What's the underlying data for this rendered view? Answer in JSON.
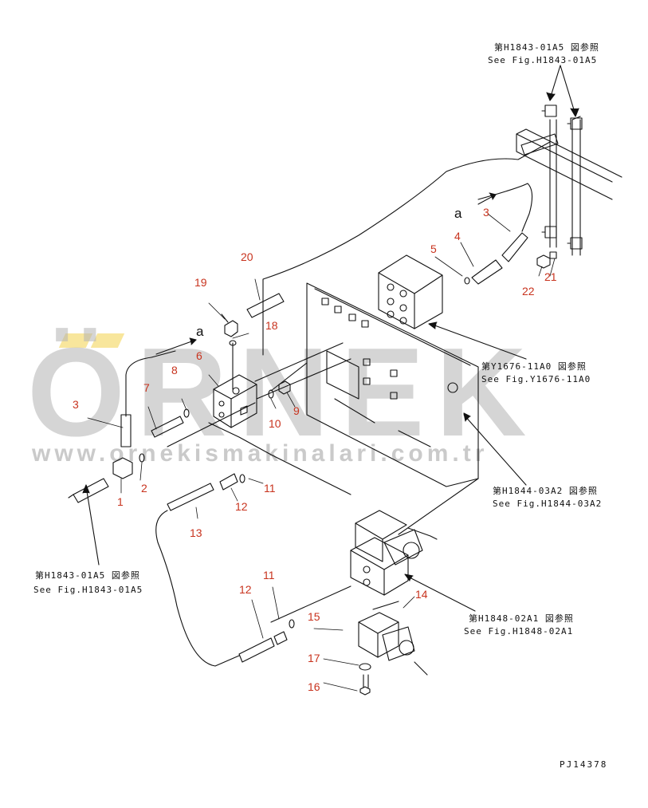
{
  "references": {
    "top_right_jp": "第H1843-01A5 図参照",
    "top_right_en": "See Fig.H1843-01A5",
    "right_upper_jp": "第Y1676-11A0 図参照",
    "right_upper_en": "See Fig.Y1676-11A0",
    "right_mid_jp": "第H1844-03A2 図参照",
    "right_mid_en": "See Fig.H1844-03A2",
    "left_jp": "第H1843-01A5 図参照",
    "left_en": "See Fig.H1843-01A5",
    "right_lower_jp": "第H1848-02A1 図参照",
    "right_lower_en": "See Fig.H1848-02A1"
  },
  "section_marks": {
    "upper": "a",
    "left": "a"
  },
  "part_numbers": {
    "p1": "1",
    "p2": "2",
    "p3_left": "3",
    "p3_upper": "3",
    "p4": "4",
    "p5": "5",
    "p6": "6",
    "p7": "7",
    "p8": "8",
    "p9": "9",
    "p10": "10",
    "p11_upper": "11",
    "p11_lower": "11",
    "p12_upper": "12",
    "p12_lower": "12",
    "p13": "13",
    "p14": "14",
    "p15": "15",
    "p16": "16",
    "p17": "17",
    "p18": "18",
    "p19": "19",
    "p20": "20",
    "p21": "21",
    "p22": "22"
  },
  "figure_number": "PJ14378",
  "watermark": {
    "brand": "ÖRNEK",
    "url": "www.ornekismakinalari.com.tr"
  },
  "colors": {
    "part_number": "#c8331e",
    "line": "#111111",
    "watermark": "#b4b4b4",
    "accent": "#f2d24a"
  }
}
